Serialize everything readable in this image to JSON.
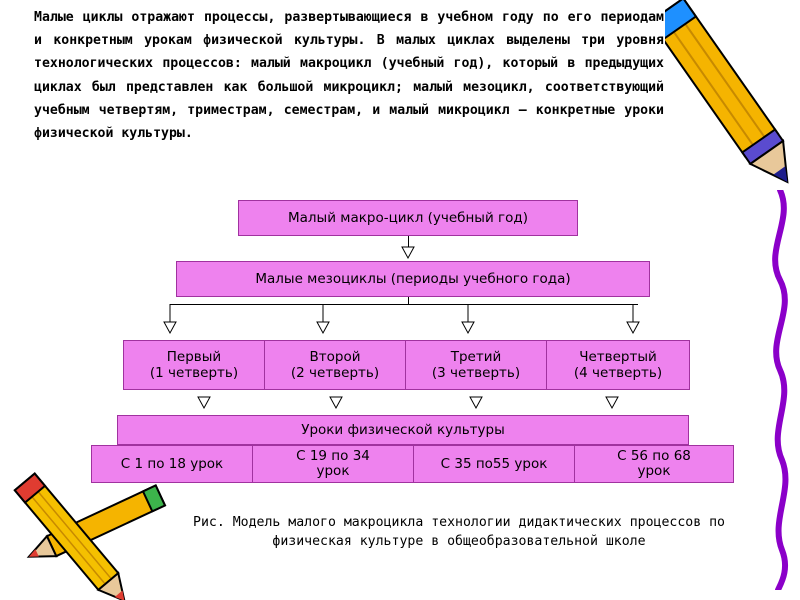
{
  "intro_text": "Малые циклы отражают процессы, развертывающиеся в учебном году по его периодам и конкретным урокам физической культуры. В малых циклах выделены три уровня технологических процессов: малый макроцикл (учебный год), который в предыдущих циклах был представлен как большой микроцикл; малый мезоцикл, соответствующий учебным четвертям, триместрам, семестрам, и малый микроцикл — конкретные уроки физической культуры.",
  "diagram": {
    "macro": "Малый макро-цикл (учебный год)",
    "meso": "Малые мезоциклы (периоды учебного года)",
    "quarters": [
      {
        "name": "Первый",
        "sub": "(1 четверть)"
      },
      {
        "name": "Второй",
        "sub": "(2 четверть)"
      },
      {
        "name": "Третий",
        "sub": "(3 четверть)"
      },
      {
        "name": "Четвертый",
        "sub": "(4 четверть)"
      }
    ],
    "lessons": "Уроки физической культуры",
    "ranges": [
      "С 1 по 18 урок",
      "С 19 по 34 урок",
      "С 35 по55 урок",
      "С 56 по 68 урок"
    ]
  },
  "caption": "Рис. Модель малого макроцикла технологии дидактических процессов по физическая культуре в общеобразовательной школе",
  "colors": {
    "box_fill": "#ee82ee",
    "box_border": "#a0329f",
    "arrow_fill": "#ffffff"
  },
  "decorations": [
    "pencil-top-right-icon",
    "pencils-bottom-left-icon",
    "purple-squiggle-icon"
  ]
}
